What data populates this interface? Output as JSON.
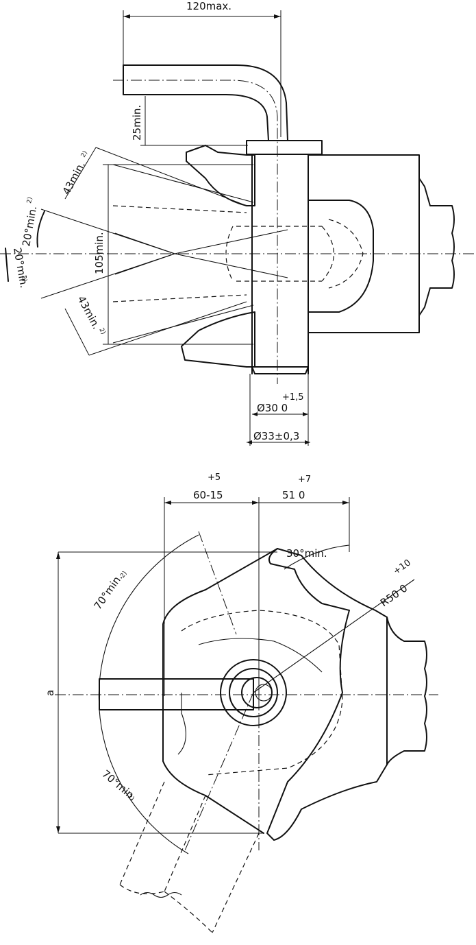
{
  "top_view": {
    "dim_width": "120max.",
    "dim_height": "25min.",
    "dim_span": "105min.",
    "dim_angle_upper": "43min.",
    "dim_angle_lower": "43min.",
    "angle_1": "20°min.",
    "angle_2": "20°min.",
    "note_ref": "2)",
    "tol_bore": "+1,5",
    "dim_bore": "Ø30 0",
    "dim_pin": "Ø33±0,3"
  },
  "side_view": {
    "tol_left": "+5",
    "dim_left": "60-15",
    "tol_right": "+7",
    "dim_right": "51 0",
    "angle_top": "30°min.",
    "tol_radius": "+10",
    "dim_radius": "R50 0",
    "angle_upper": "70°min.",
    "angle_lower": "70°min.",
    "note_ref": "2)",
    "label_a": "a"
  }
}
